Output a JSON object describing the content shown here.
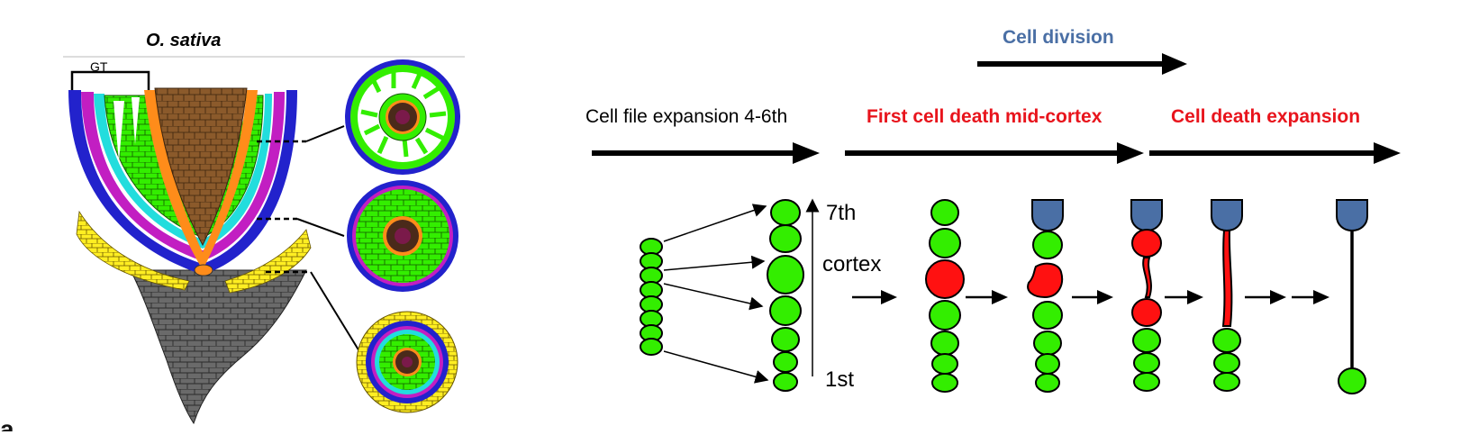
{
  "left_panel": {
    "species_title": "O. sativa",
    "gt_label": "GT"
  },
  "right_panel": {
    "cell_division_label": "Cell division",
    "stages": [
      "Cell file expansion 4-6th",
      "First cell death mid-cortex",
      "Cell death expansion"
    ],
    "cortex_labels": {
      "top": "7th",
      "middle": "cortex",
      "bottom": "1st"
    }
  },
  "caption": "a",
  "colors": {
    "cell_green": "#33ee00",
    "dead_cell_red": "#ff1111",
    "epidermis_blue": "#4a6fa5",
    "cell_division_text": "#4a6fa5",
    "stage_text_red": "#e8141c",
    "root_cap_grey": "#666666",
    "magenta_layer": "#c21ec2",
    "cyan_layer": "#22dddd",
    "yellow_layer": "#ffee22",
    "stele_brown": "#8b5a2b",
    "orange_layer": "#ff8c1a",
    "epidermis_dark_blue": "#2222cc"
  }
}
